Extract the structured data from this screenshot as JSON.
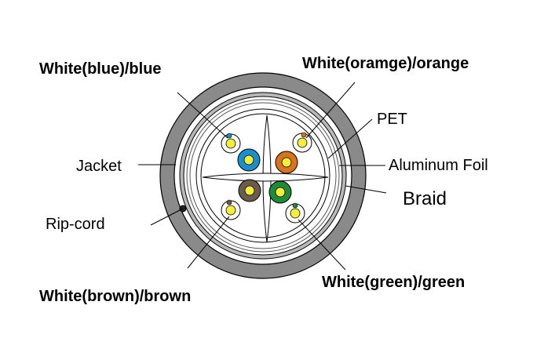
{
  "labels": {
    "pair_blue": "White(blue)/blue",
    "pair_orange": "White(oramge)/orange",
    "pair_brown": "White(brown)/brown",
    "pair_green": "White(green)/green",
    "pet": "PET",
    "aluminum_foil": "Aluminum Foil",
    "braid": "Braid",
    "jacket": "Jacket",
    "rip_cord": "Rip-cord"
  },
  "colors": {
    "jacket": "#8a8a8a",
    "braid": "#b8b8b8",
    "blue": "#1a8fd0",
    "orange": "#d9731e",
    "brown": "#6b5a4e",
    "green": "#1f8a3a",
    "core": "#f2ee3a",
    "outline": "#000000",
    "white_insulation": "#ffffff"
  },
  "pairs": [
    {
      "name": "blue",
      "color_key": "blue"
    },
    {
      "name": "orange",
      "color_key": "orange"
    },
    {
      "name": "brown",
      "color_key": "brown"
    },
    {
      "name": "green",
      "color_key": "green"
    }
  ]
}
